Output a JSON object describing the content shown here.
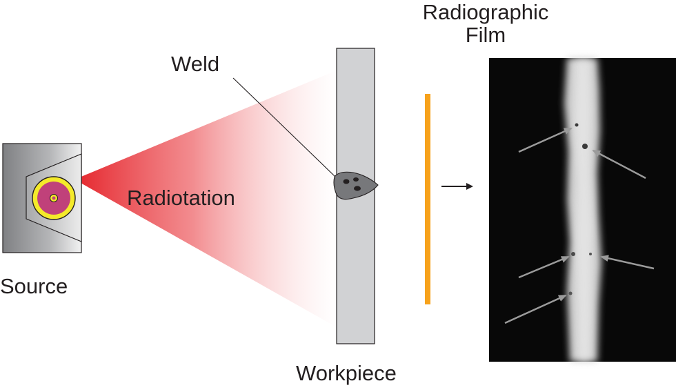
{
  "labels": {
    "source": "Source",
    "radiation": "Radiotation",
    "weld": "Weld",
    "workpiece": "Workpiece",
    "film_line1": "Radiographic",
    "film_line2": "Film"
  },
  "colors": {
    "source_body": "#8e8f92",
    "source_inner": "#d4d5d6",
    "trefoil_yellow": "#f4ea2a",
    "trefoil_magenta": "#c0417a",
    "beam": "#e5252c",
    "workpiece": "#d1d2d4",
    "weld": "#77787b",
    "film_plate": "#f7a21b",
    "film_background": "#080808",
    "weld_image": "#d8d8d8",
    "defect_arrow": "#9b9b9b",
    "text": "#231f20"
  },
  "icons": {
    "source": "radiation-trefoil-icon",
    "flow": "arrow-right-icon"
  }
}
